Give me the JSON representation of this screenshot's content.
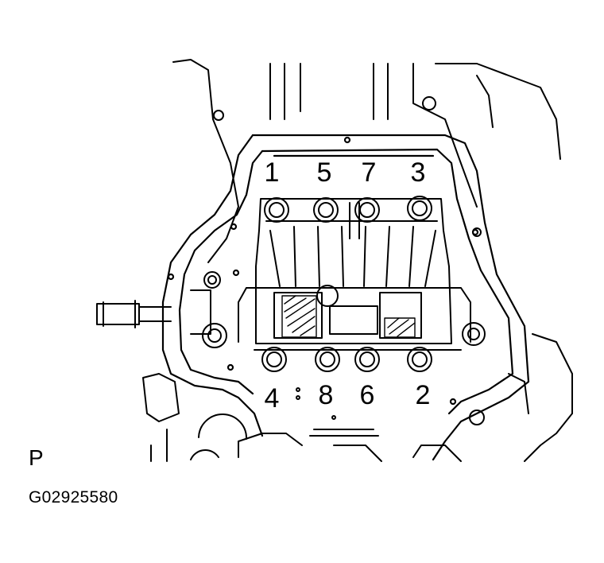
{
  "diagram": {
    "corner_label": "P",
    "figure_id": "G02925580",
    "bolt_labels": {
      "b1": "1",
      "b5": "5",
      "b7": "7",
      "b3": "3",
      "b4": "4",
      "b8": "8",
      "b6": "6",
      "b2": "2"
    }
  }
}
